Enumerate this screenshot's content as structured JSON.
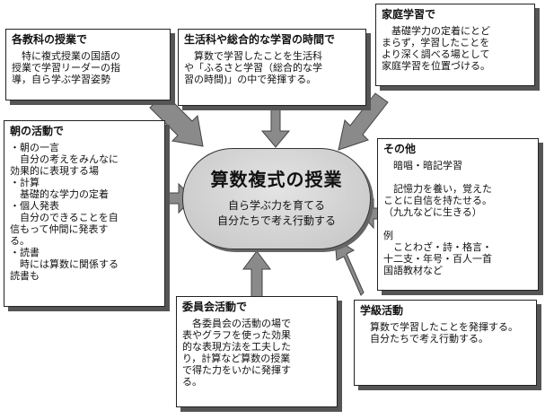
{
  "center": {
    "title": "算数複式の授業",
    "line1": "自ら学ぶ力を育てる",
    "line2": "自分たちで考え行動する"
  },
  "boxes": {
    "kakuka": {
      "title": "各教科の授業で",
      "body": "　特に複式授業の国語の\n授業で学習リーダーの指\n導，自ら学ぶ学習姿勢"
    },
    "seikatsu": {
      "title": "生活科や総合的な学習の時間で",
      "body": "　算数で学習したことを生活科\nや「ふるさと学習（総合的な学\n習の時間)」の中で発揮する。"
    },
    "katei": {
      "title": "家庭学習で",
      "body": "　基礎学力の定着にとど\nまらず，学習したことを\nより深く調べる場として\n家庭学習を位置づける。"
    },
    "asa": {
      "title": "朝の活動で",
      "body": "・朝の一言\n　自分の考えをみんなに\n効果的に表現する場\n・計算\n　基礎的な学力の定着\n・個人発表\n　自分のできることを自\n信もって仲間に発表す\nる。\n・読書\n　時には算数に関係する\n読書も"
    },
    "sonota": {
      "title": "その他",
      "body": "　暗唱・暗記学習\n\n　記憶力を養い，覚えた\nことに自信を持たせる。\n（九九などに生きる）\n\n例\n　ことわざ・詩・格言・\n十二支・年号・百人一首\n国語教材など"
    },
    "iinkai": {
      "title": "委員会活動で",
      "body": "　各委員会の活動の場で\n表やグラフを使った効果\n的な表現方法を工夫した\nり，計算など算数の授業\nで得た力をいかに発揮す\nる。"
    },
    "gakkyu": {
      "title": "学級活動",
      "body": "　算数で学習したことを発揮する。\n　自分たちで考え行動する。"
    }
  }
}
